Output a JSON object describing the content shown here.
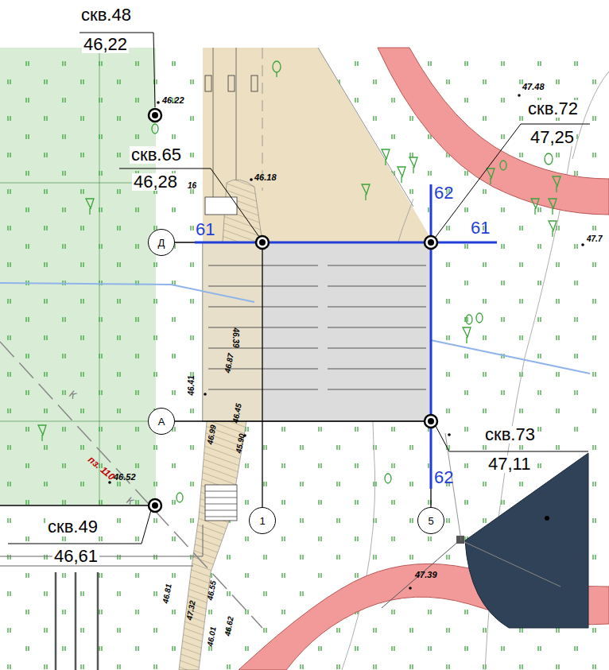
{
  "diagram": {
    "nodes": [
      {
        "text": [
          "Д"
        ]
      },
      {
        "text": [
          "А"
        ]
      },
      {
        "text": [
          "1"
        ]
      },
      {
        "text": [
          "5"
        ]
      }
    ],
    "labels": [
      "скв.48",
      "46,22",
      "46.22",
      "скв.65",
      "46,28",
      "16",
      "46.18",
      "скв.72",
      "47,25",
      "47.48",
      "47.7",
      "61",
      "61",
      "62",
      "62",
      "скв.73",
      "47,11",
      "скв.49",
      "46,61",
      "46.52",
      "пз. 110",
      "46.41",
      "46.99",
      "46.45",
      "45.90",
      "46.87",
      "46.39",
      "47.39",
      "46.81",
      "47.32",
      "46.55",
      "46.01",
      "46.62",
      "К",
      "К"
    ]
  }
}
